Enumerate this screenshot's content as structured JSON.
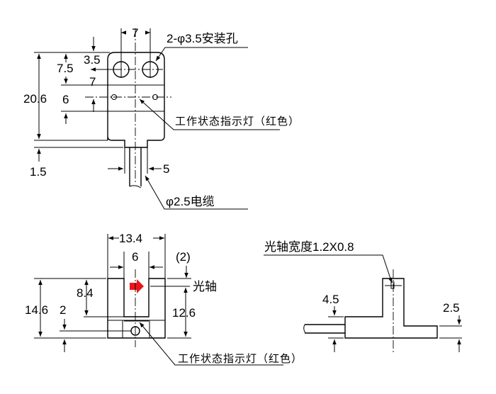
{
  "top_view": {
    "width_between_holes": "7",
    "mounting_holes": "2-φ3.5安装孔",
    "dim_3_5": "3.5",
    "dim_7_5": "7.5",
    "dim_7": "7",
    "dim_6": "6",
    "dim_20_6": "20.6",
    "dim_1_5": "1.5",
    "dim_5": "5",
    "indicator_label": "工作状态指示灯（红色）",
    "cable_label": "φ2.5电缆"
  },
  "front_view": {
    "dim_13_4": "13.4",
    "dim_6": "6",
    "dim_2_paren": "(2)",
    "optical_axis": "光轴",
    "dim_8_4": "8.4",
    "dim_14_6": "14.6",
    "dim_2": "2",
    "dim_12_6": "12.6",
    "indicator_label": "工作状态指示灯（红色）",
    "indicator_color": "#e8161b"
  },
  "side_view": {
    "axis_width_label": "光轴宽度1.2X0.8",
    "dim_4_5": "4.5",
    "dim_2_5": "2.5"
  }
}
